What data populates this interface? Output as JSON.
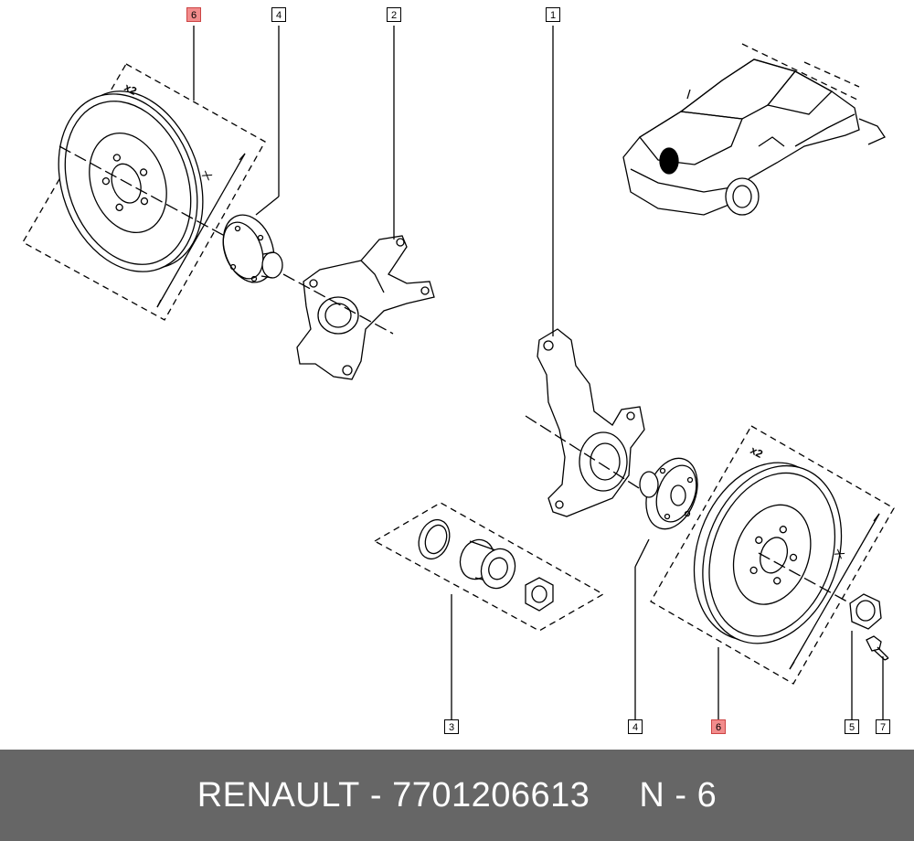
{
  "diagram": {
    "callouts": {
      "c6_top": "6",
      "c4_top": "4",
      "c2_top": "2",
      "c1_top": "1",
      "c3_bottom": "3",
      "c4_bottom": "4",
      "c6_bottom": "6",
      "c5_bottom": "5",
      "c7_bottom": "7"
    },
    "qty_left": "x2",
    "qty_right": "x2",
    "dim_left": "X",
    "dim_right": "X",
    "highlight_color": "#f28c8c"
  },
  "footer": {
    "brand": "RENAULT",
    "sep": "-",
    "part_number": "7701206613",
    "ref_label": "N - 6",
    "background": "#666666"
  }
}
